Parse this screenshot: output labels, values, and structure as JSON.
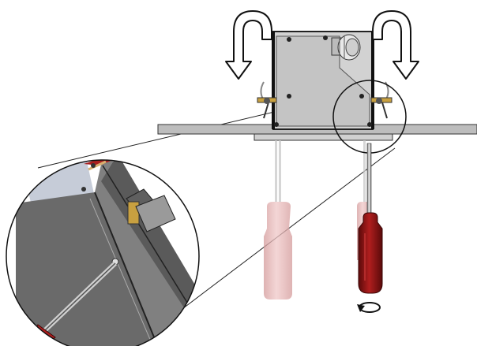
{
  "diagram": {
    "kind": "installation-illustration",
    "components": [
      {
        "id": "housing",
        "icon": "recessed-box-housing"
      },
      {
        "id": "ceiling-panel",
        "icon": "ceiling-board"
      },
      {
        "id": "cable-gland",
        "icon": "cable-gland"
      },
      {
        "id": "spring-clip-left",
        "icon": "spring-clip"
      },
      {
        "id": "spring-clip-right",
        "icon": "spring-clip"
      },
      {
        "id": "rotate-arrow-left",
        "icon": "u-turn-arrow-down-left"
      },
      {
        "id": "rotate-arrow-right",
        "icon": "u-turn-arrow-down-right"
      },
      {
        "id": "screwdriver-ghost",
        "icon": "screwdriver",
        "state": "faded"
      },
      {
        "id": "screwdriver-active",
        "icon": "screwdriver",
        "state": "active"
      },
      {
        "id": "turn-indicator",
        "icon": "rotate-clockwise-arrow"
      },
      {
        "id": "detail-magnifier",
        "icon": "zoom-detail-circle"
      }
    ],
    "colors": {
      "outline": "#1a1a1a",
      "housing-fill": "#c8c8c8",
      "panel-fill": "#bdbdbd",
      "screwdriver-red": "#8b1414",
      "screwdriver-ghost": "#e6b4b4",
      "detail-dark": "#555555",
      "detail-light": "#9aa0a8",
      "clip-brass": "#c8a040"
    }
  }
}
